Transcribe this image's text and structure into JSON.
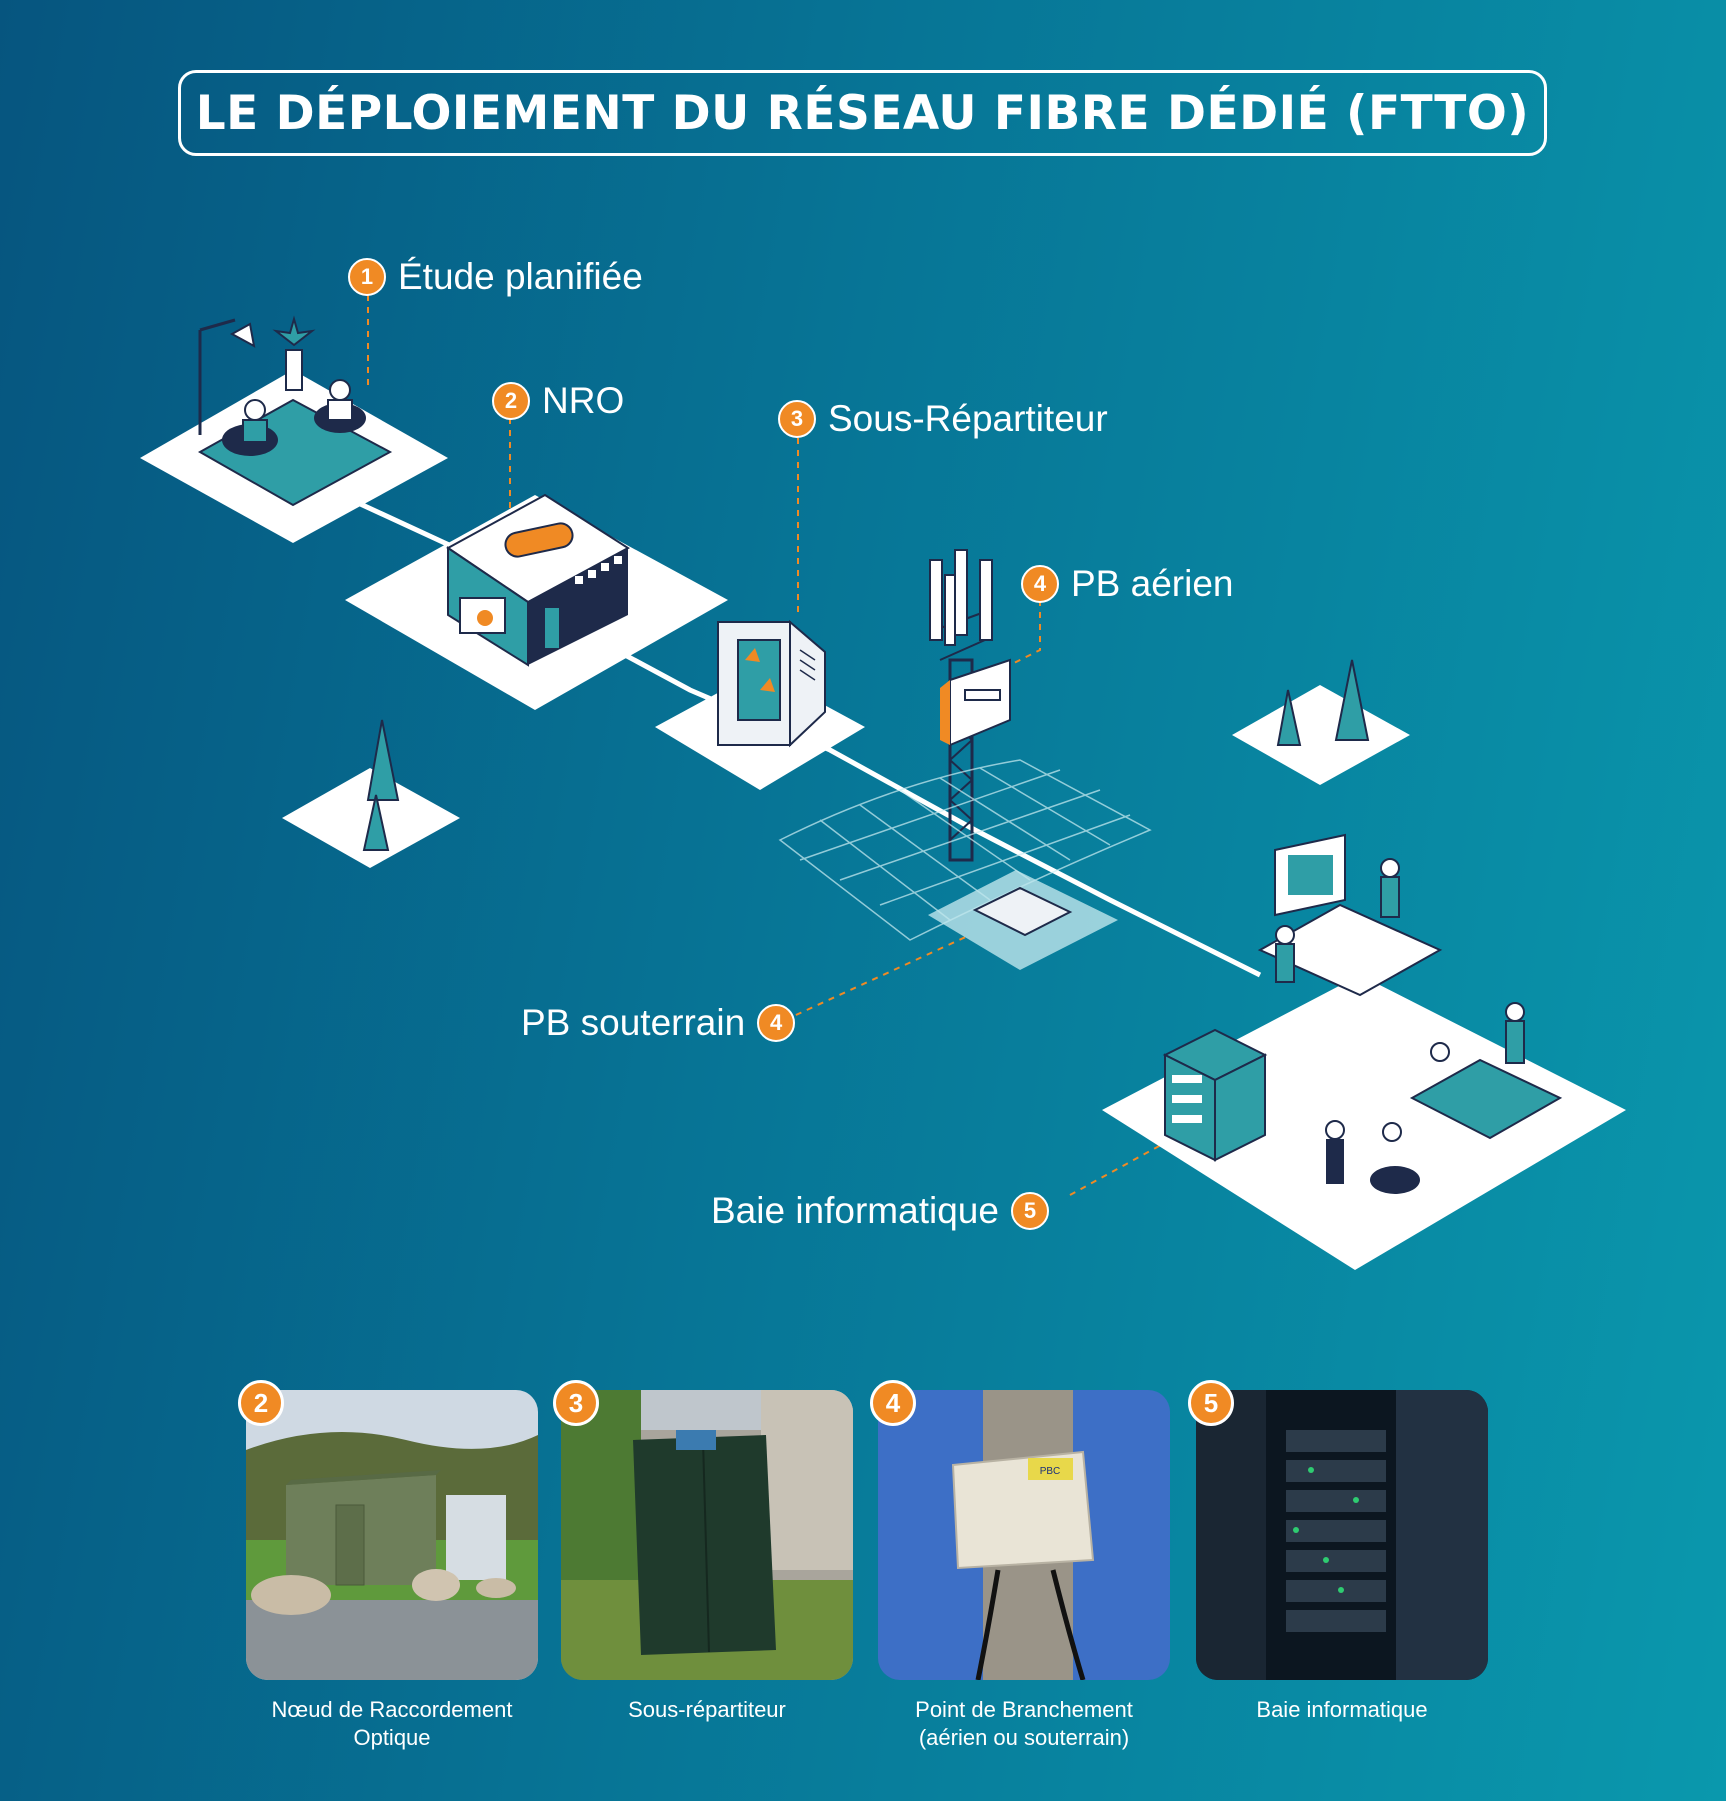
{
  "title": "LE DÉPLOIEMENT DU RÉSEAU FIBRE DÉDIÉ (FTTO)",
  "steps": [
    {
      "num": "1",
      "label": "Étude planifiée"
    },
    {
      "num": "2",
      "label": "NRO"
    },
    {
      "num": "3",
      "label": "Sous-Répartiteur"
    },
    {
      "num": "4",
      "label": "PB aérien"
    },
    {
      "num": "4",
      "label": "PB souterrain"
    },
    {
      "num": "5",
      "label": "Baie informatique"
    }
  ],
  "photos": [
    {
      "num": "2",
      "caption_line1": "Nœud de Raccordement",
      "caption_line2": "Optique"
    },
    {
      "num": "3",
      "caption_line1": "Sous-répartiteur",
      "caption_line2": ""
    },
    {
      "num": "4",
      "caption_line1": "Point de Branchement",
      "caption_line2": "(aérien ou souterrain)",
      "sticker": "PBC"
    },
    {
      "num": "5",
      "caption_line1": "Baie informatique",
      "caption_line2": ""
    }
  ],
  "colors": {
    "accent": "#f08a24",
    "teal": "#2f9ea6",
    "navy": "#1e2a4a",
    "white": "#ffffff"
  },
  "icons": [
    "office-platform",
    "nro-building",
    "street-cabinet",
    "antenna-tower",
    "underground-box",
    "server-rack",
    "tree"
  ]
}
